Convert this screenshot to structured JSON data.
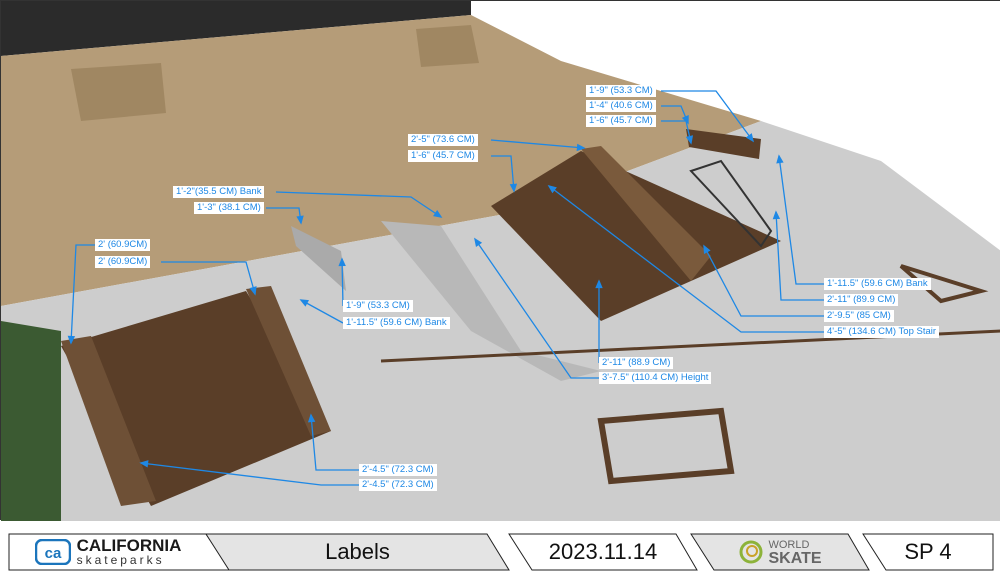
{
  "labels": [
    "1'-9\" (53.3 CM)",
    "1'-4\" (40.6 CM)",
    "1'-6\" (45.7 CM)",
    "2'-5\" (73.6 CM)",
    "1'-6\" (45.7 CM)",
    "1'-2\"(35.5 CM) Bank",
    "1'-3\" (38.1 CM)",
    "2' (60.9CM)",
    "2' (60.9CM)",
    "1'-9\" (53.3 CM)",
    "1'-11.5\" (59.6 CM) Bank",
    "1'-11.5\" (59.6 CM) Bank",
    "2'-11\" (89.9 CM)",
    "2'-9.5\" (85 CM)",
    "4'-5\" (134.6 CM) Top Stair",
    "2'-11\" (88.9 CM)",
    "3'-7.5\" (110.4 CM) Height",
    "2'-4.5\" (72.3 CM)",
    "2'-4.5\" (72.3 CM)"
  ],
  "footer": {
    "brand_main": "CALIFORNIA",
    "brand_sub": "skateparks",
    "section": "Labels",
    "date": "2023.11.14",
    "partner_top": "WORLD",
    "partner_bottom": "SKATE",
    "sheet": "SP 4"
  },
  "colors": {
    "label": "#1e88e5",
    "concrete": "#cfcfcf",
    "deck": "#b59c78",
    "wood": "#5a3e28"
  }
}
